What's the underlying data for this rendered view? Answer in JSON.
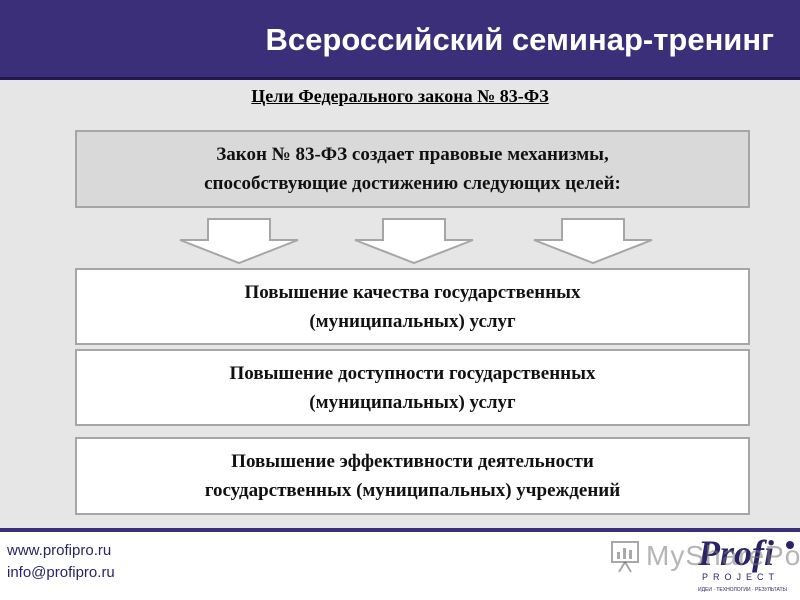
{
  "header": {
    "title": "Всероссийский семинар-тренинг"
  },
  "subtitle": "Цели Федерального закона № 83-ФЗ",
  "main_box": {
    "line1": "Закон № 83-ФЗ создает правовые механизмы,",
    "line2": "способствующие достижению следующих целей:"
  },
  "goals": [
    {
      "line1": "Повышение качества государственных",
      "line2": "(муниципальных) услуг"
    },
    {
      "line1": "Повышение доступности государственных",
      "line2": "(муниципальных) услуг"
    },
    {
      "line1": "Повышение эффективности деятельности",
      "line2": "государственных (муниципальных) учреждений"
    }
  ],
  "footer": {
    "website": "www.profipro.ru",
    "email": "info@profipro.ru",
    "logo_text": "Profi",
    "logo_sub": "PROJECT",
    "logo_tagline": "ИДЕИ · ТЕХНОЛОГИИ · РЕЗУЛЬТАТЫ",
    "watermark": "MySharePoint"
  },
  "colors": {
    "header_bg": "#3a2f78",
    "canvas_bg": "#e6e6e6",
    "main_box_bg": "#d9d9d9",
    "goal_box_bg": "#ffffff",
    "arrow_outline": "#a6a6a6",
    "link_color": "#2a2466"
  },
  "icons": {
    "arrows": [
      "down-arrow-icon",
      "down-arrow-icon",
      "down-arrow-icon"
    ],
    "watermark_icon": "presentation-chart-icon"
  }
}
